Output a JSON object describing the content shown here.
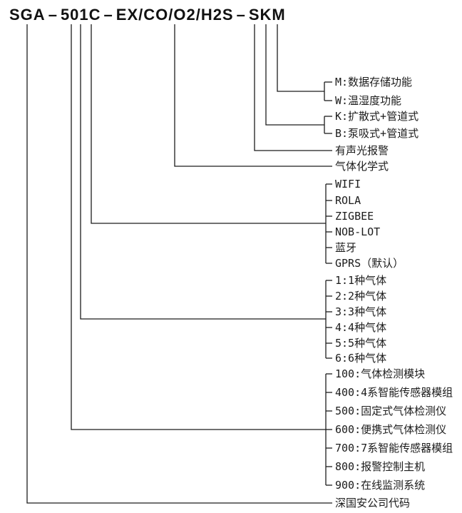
{
  "title": {
    "segments": [
      "SGA",
      "501C",
      "EX/CO/O2/H2S",
      "SKM"
    ],
    "separator": "–"
  },
  "colors": {
    "line": "#1c1c1c",
    "text": "#1c1c1c",
    "background": "#ffffff"
  },
  "legend": {
    "storage": [
      "M:数据存储功能",
      "W:温湿度功能"
    ],
    "sampling": [
      "K:扩散式+管道式",
      "B:泵吸式+管道式"
    ],
    "alarm": "有声光报警",
    "gas_formula": "气体化学式",
    "communication": [
      "WIFI",
      "ROLA",
      "ZIGBEE",
      "NOB-LOT",
      "蓝牙",
      "GPRS（默认）"
    ],
    "gas_count": [
      "1:1种气体",
      "2:2种气体",
      "3:3种气体",
      "4:4种气体",
      "5:5种气体",
      "6:6种气体"
    ],
    "series": [
      "100:气体检测模块",
      "400:4系智能传感器模组",
      "500:固定式气体检测仪",
      "600:便携式气体检测仪",
      "700:7系智能传感器模组",
      "800:报警控制主机",
      "900:在线监测系统"
    ],
    "company": "深国安公司代码"
  }
}
